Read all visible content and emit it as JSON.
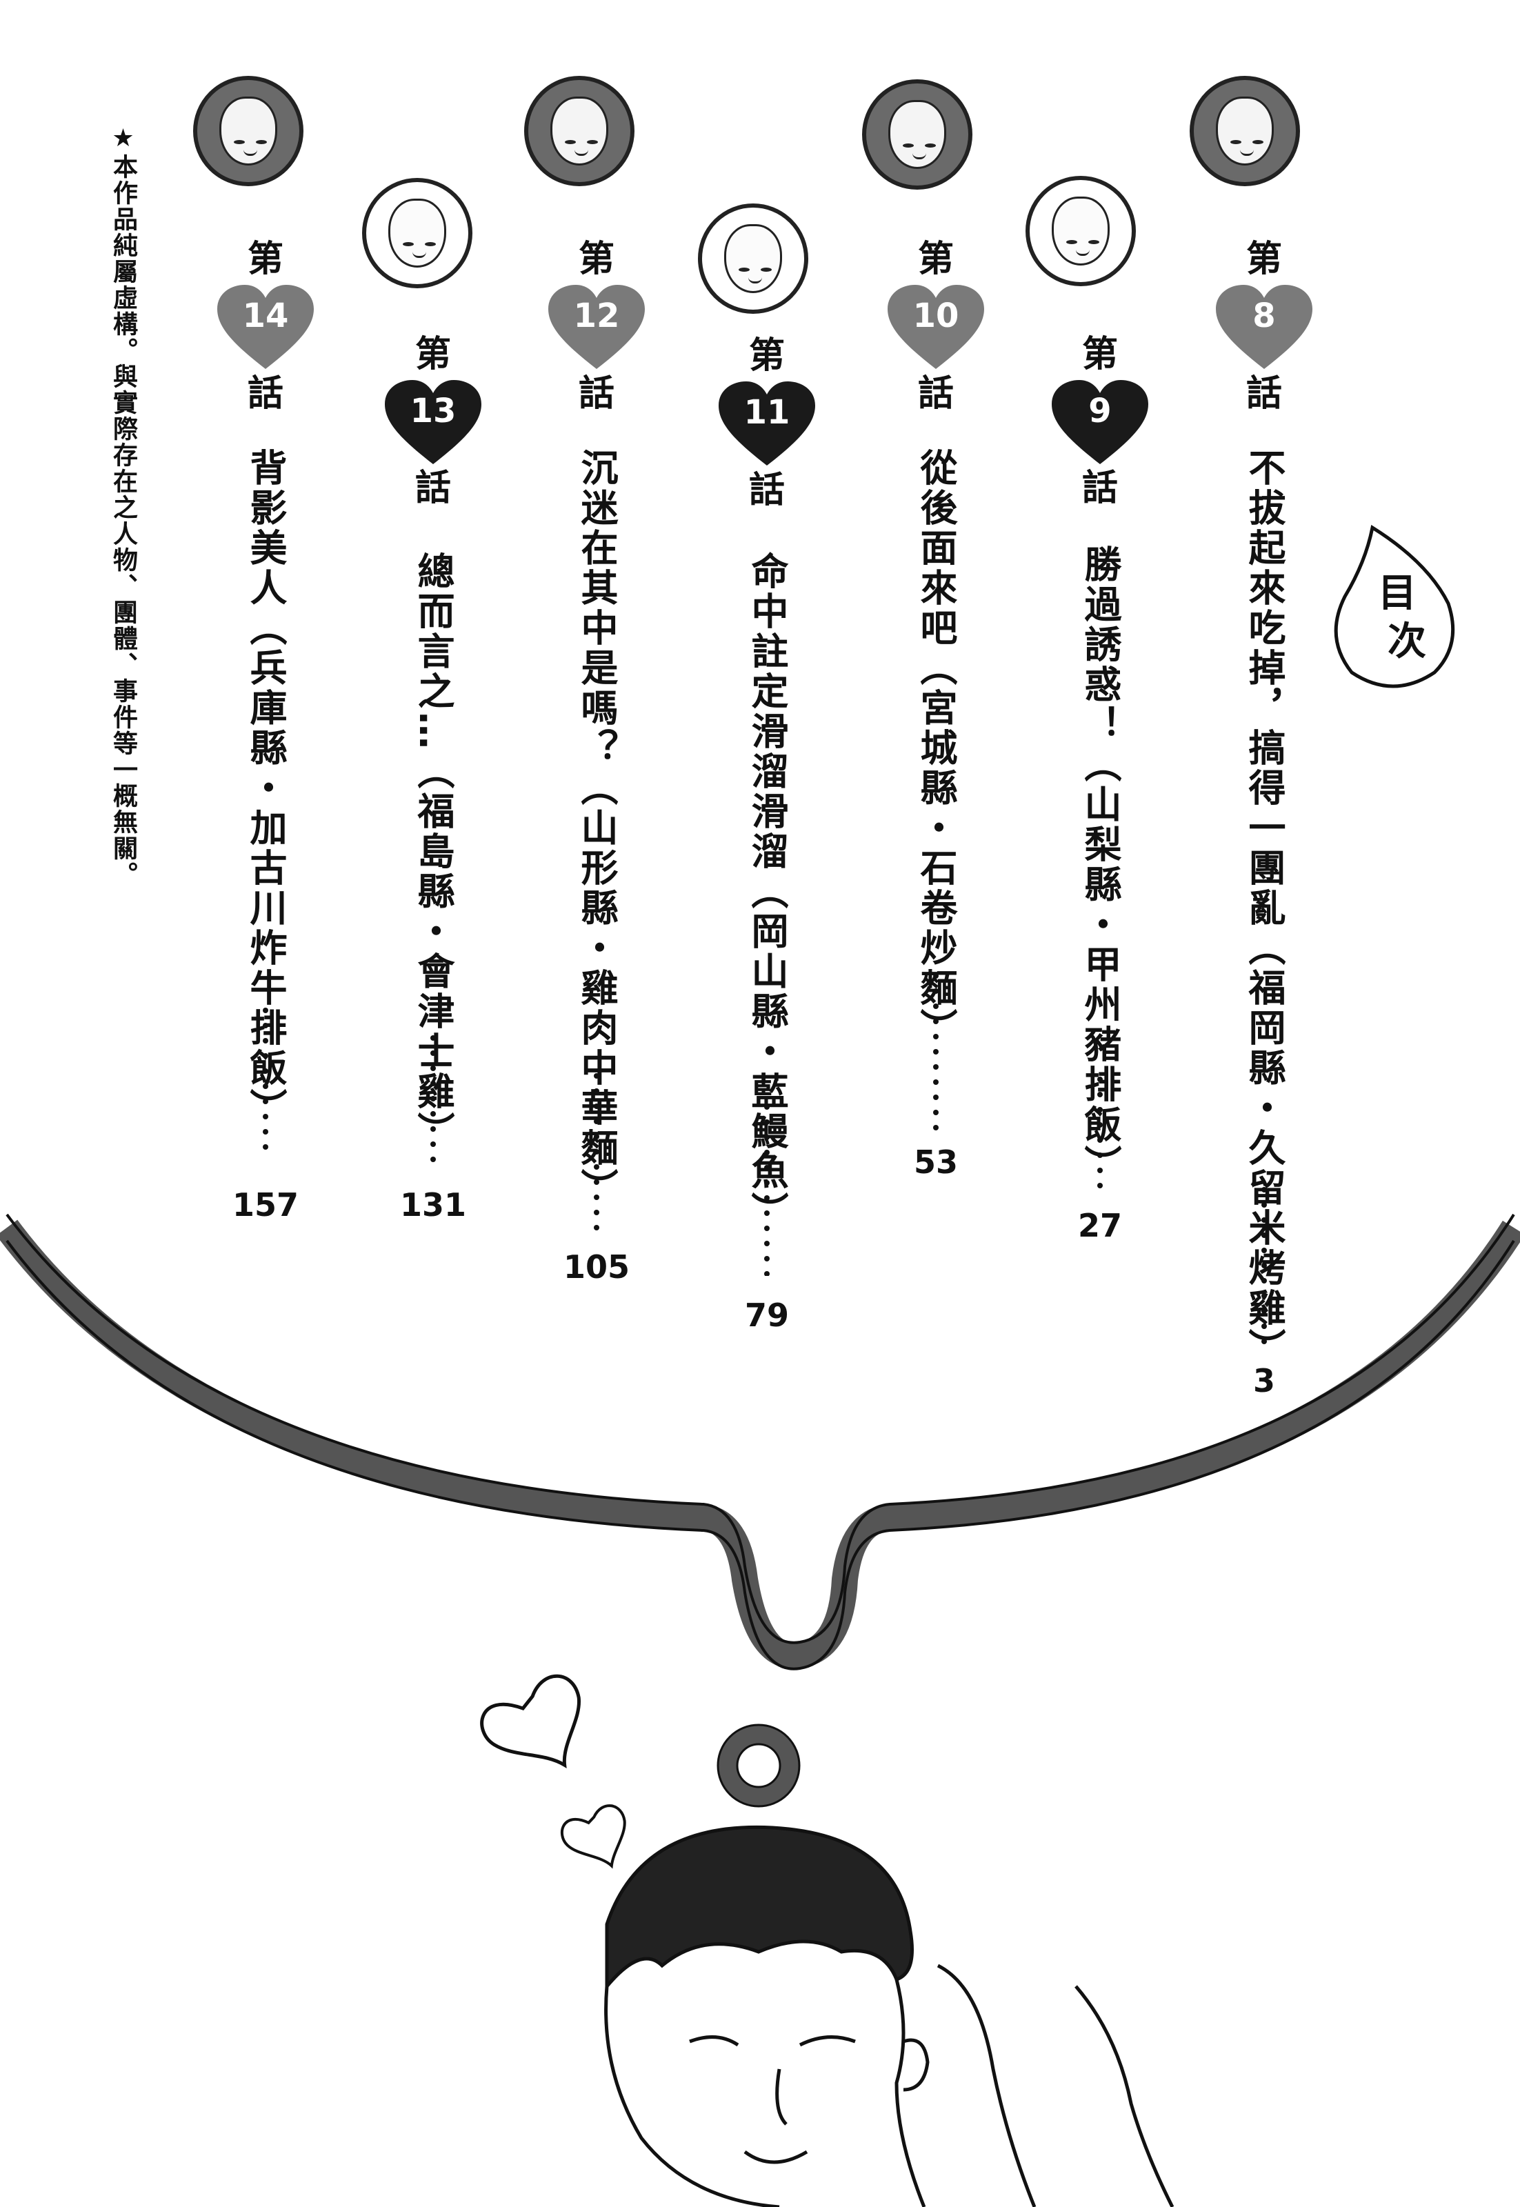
{
  "toc_label": {
    "char1": "目",
    "char2": "次"
  },
  "chapters": [
    {
      "dai": "第",
      "number": "8",
      "hua": "話",
      "title": "不拔起來吃掉，搞得一團亂（福岡縣・久留米烤雞）",
      "page": "3"
    },
    {
      "dai": "第",
      "number": "9",
      "hua": "話",
      "title": "勝過誘惑！（山梨縣・甲州豬排飯）",
      "page": "27"
    },
    {
      "dai": "第",
      "number": "10",
      "hua": "話",
      "title": "從後面來吧（宮城縣・石卷炒麵）",
      "page": "53"
    },
    {
      "dai": "第",
      "number": "11",
      "hua": "話",
      "title": "命中註定滑溜滑溜（岡山縣・藍鰻魚）",
      "page": "79"
    },
    {
      "dai": "第",
      "number": "12",
      "hua": "話",
      "title": "沉迷在其中是嗎？（山形縣・雞肉中華麵）",
      "page": "105"
    },
    {
      "dai": "第",
      "number": "13",
      "hua": "話",
      "title": "總而言之…（福島縣・會津士雞）",
      "page": "131"
    },
    {
      "dai": "第",
      "number": "14",
      "hua": "話",
      "title": "背影美人（兵庫縣・加古川炸牛排飯）",
      "page": "157"
    }
  ],
  "notice": "★本作品純屬虛構。與實際存在之人物、團體、事件等一概無關。",
  "icons": [
    "heart-icon",
    "portrait-icon",
    "thought-bubble-icon"
  ],
  "colors": {
    "ink": "#111111",
    "heart_gray": "#7a7a7a",
    "heart_dark": "#1a1a1a",
    "paper": "#ffffff"
  }
}
